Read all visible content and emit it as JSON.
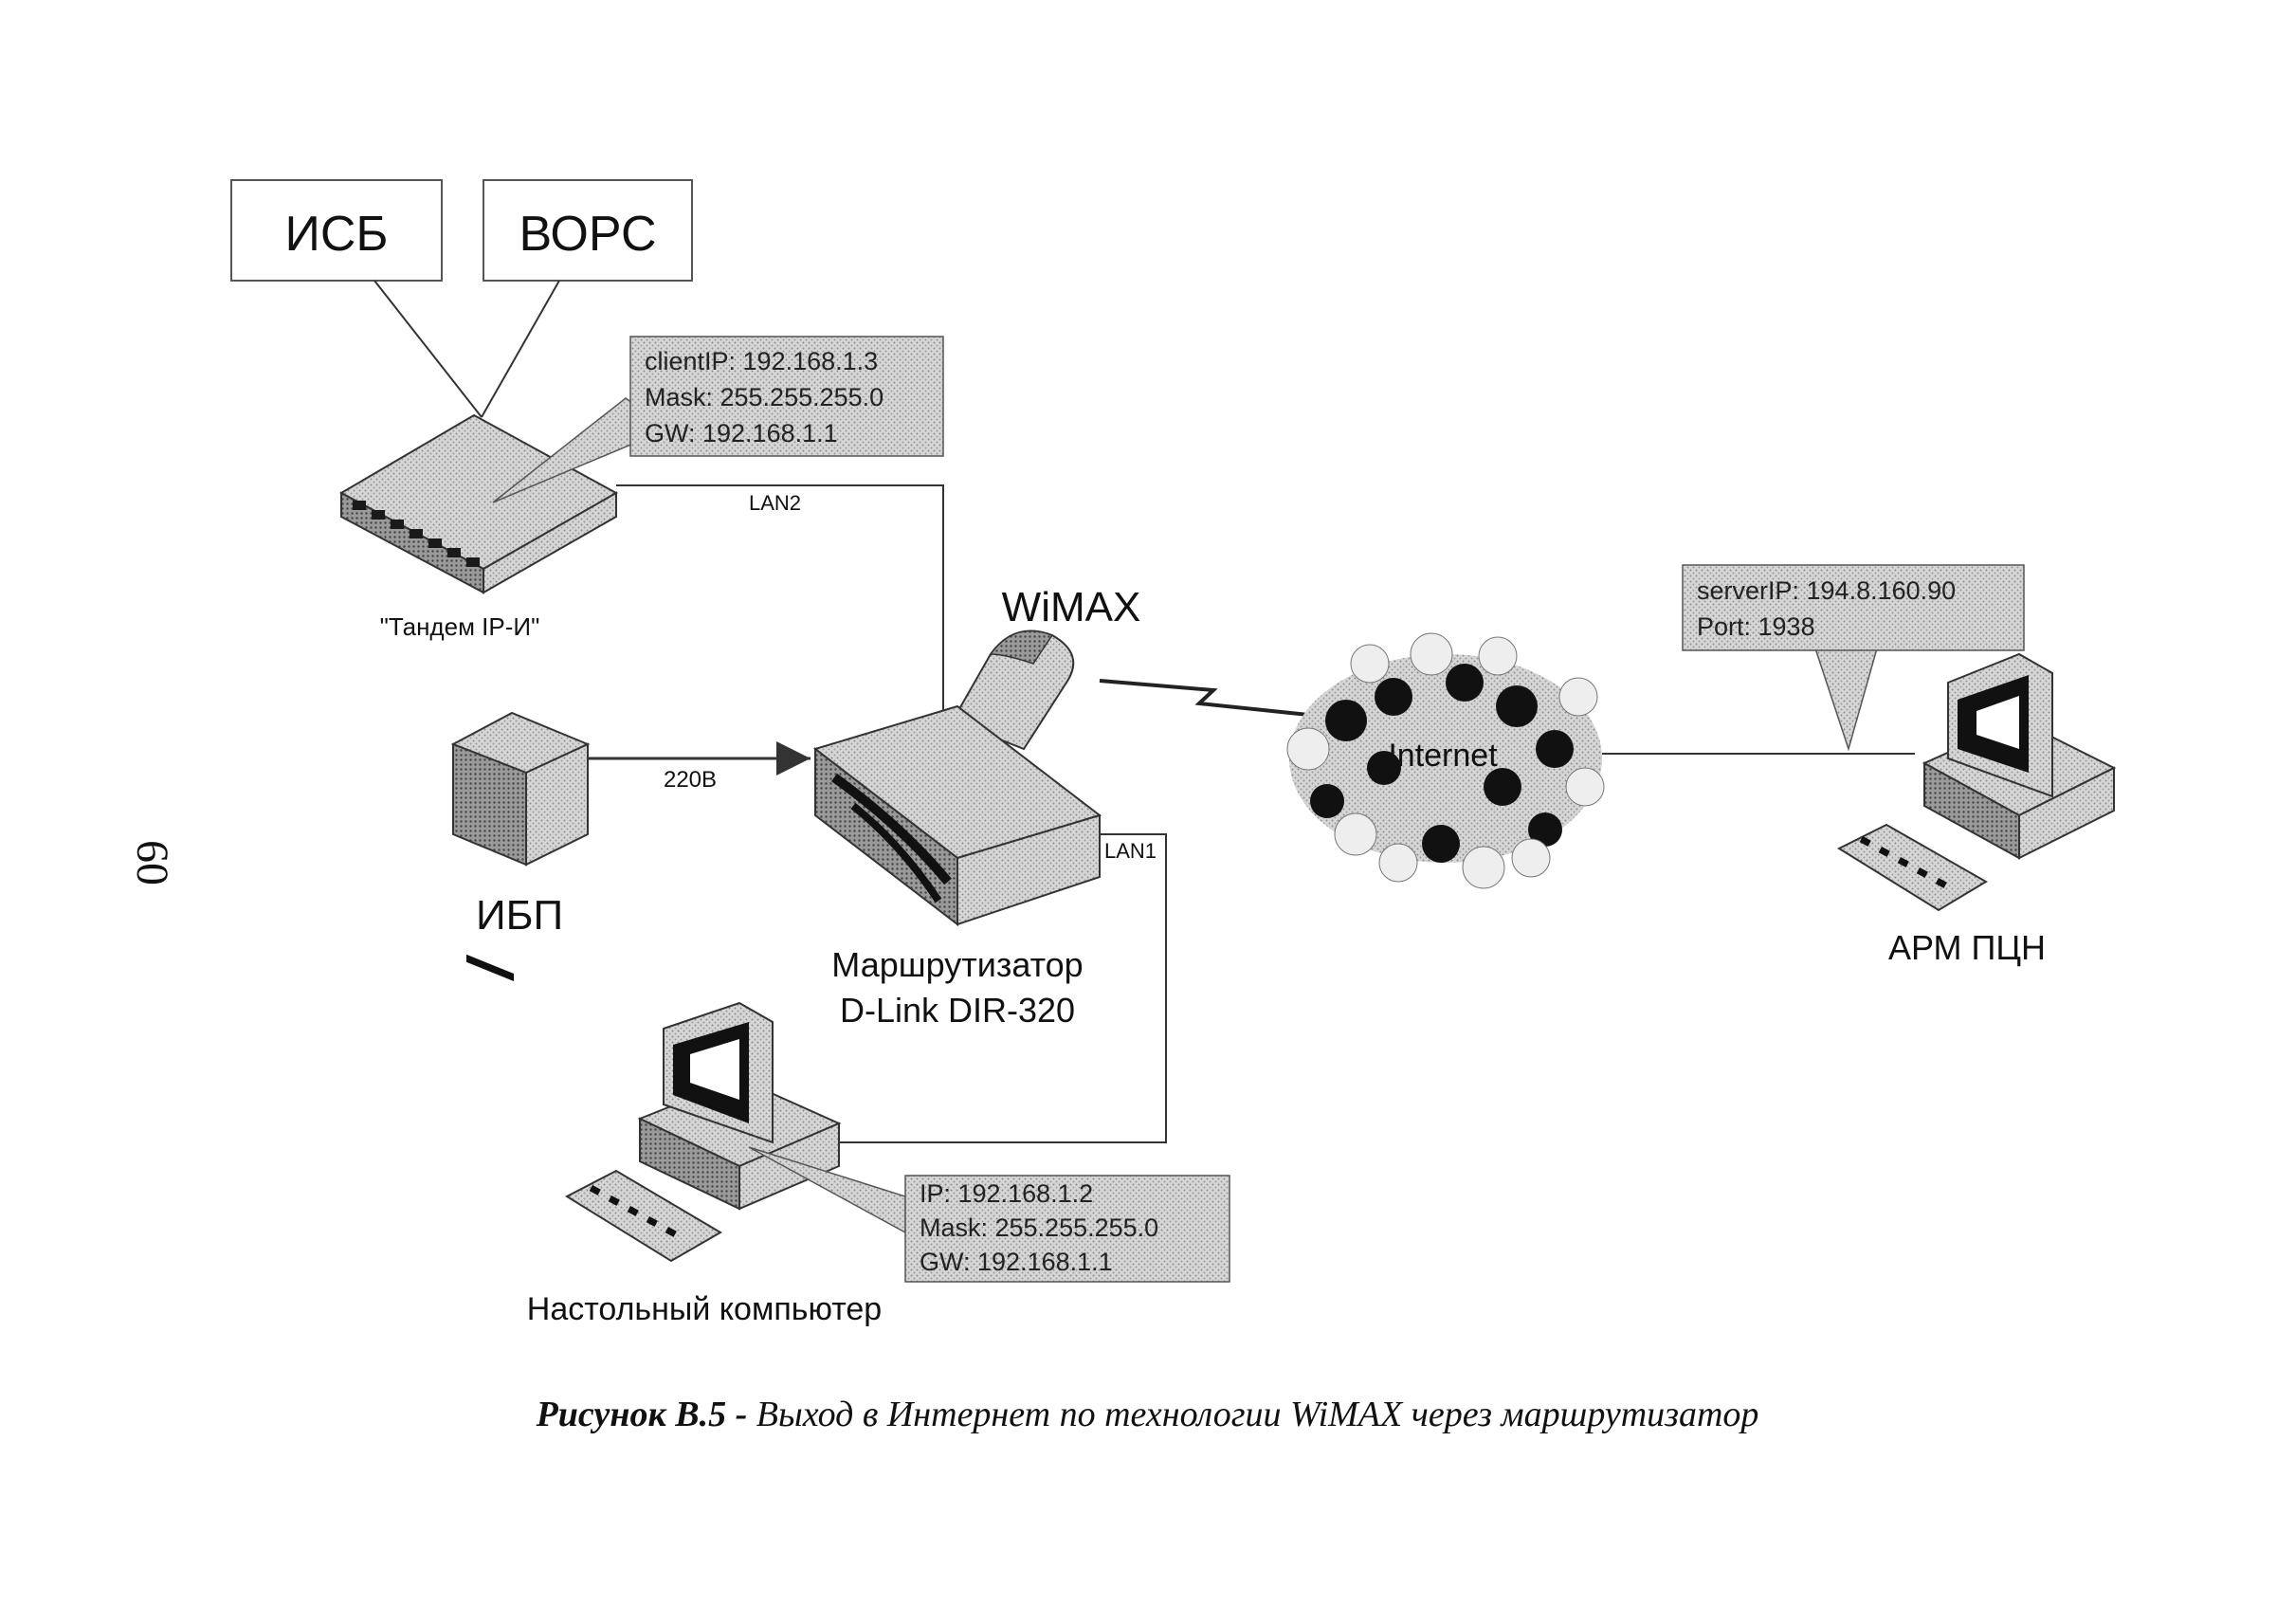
{
  "boxes": {
    "isb": "ИСБ",
    "vors": "ВОРС"
  },
  "devices": {
    "tandem_label": "\"Тандем IP-И\"",
    "ups_label": "ИБП",
    "router_label_line1": "Маршрутизатор",
    "router_label_line2": "D-Link DIR-320",
    "wimax_label": "WiMAX",
    "internet_label": "Internet",
    "arm_label": "АРМ ПЦН",
    "desktop_label": "Настольный компьютер"
  },
  "links": {
    "lan2": "LAN2",
    "lan1": "LAN1",
    "power": "220В"
  },
  "callouts": {
    "tandem": [
      "clientIP: 192.168.1.3",
      "Mask: 255.255.255.0",
      "GW: 192.168.1.1"
    ],
    "server": [
      "serverIP: 194.8.160.90",
      "Port: 1938"
    ],
    "desktop": [
      "IP: 192.168.1.2",
      "Mask: 255.255.255.0",
      "GW: 192.168.1.1"
    ]
  },
  "caption": {
    "prefix": "Рисунок В.5 -",
    "text": " Выход в Интернет по технологии WiMAX через маршрутизатор"
  },
  "page_number": "60"
}
